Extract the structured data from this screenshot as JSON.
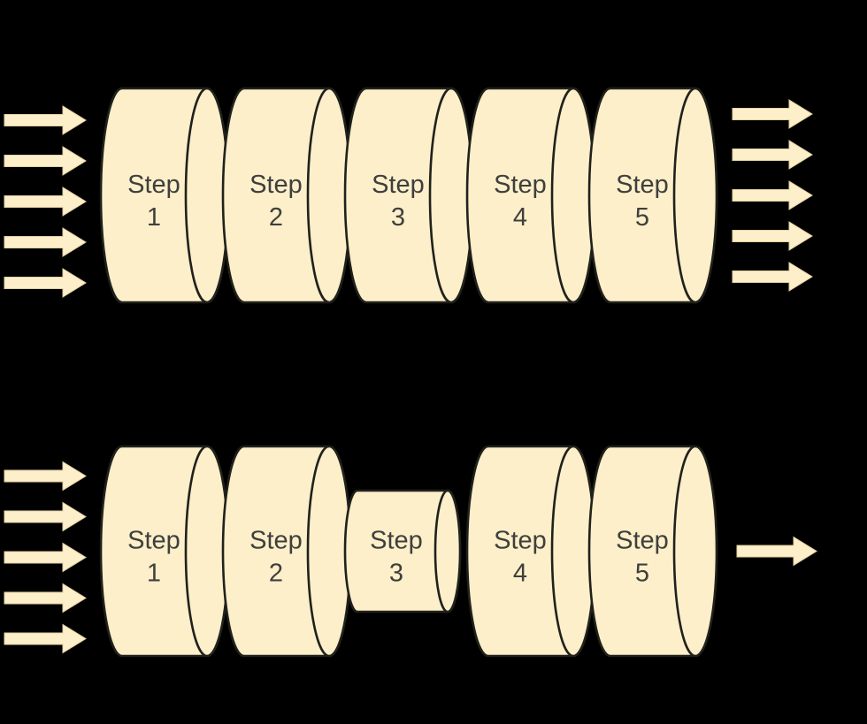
{
  "figure": {
    "type": "pipeline-bottleneck-diagram",
    "colors": {
      "background": "#000000",
      "shape_fill": "#FCEFCA",
      "shape_stroke": "#21211C",
      "label_text": "#3F3F3C",
      "arrow_fill": "#FCEFCA",
      "arrow_stroke": "#E2D1A2"
    }
  },
  "pipelines": [
    {
      "id": "pipeline-balanced",
      "description": "balanced pipeline",
      "inputs": 5,
      "outputs": 5,
      "steps": [
        {
          "label": [
            "Step",
            "1"
          ],
          "size": "normal"
        },
        {
          "label": [
            "Step",
            "2"
          ],
          "size": "normal"
        },
        {
          "label": [
            "Step",
            "3"
          ],
          "size": "normal"
        },
        {
          "label": [
            "Step",
            "4"
          ],
          "size": "normal"
        },
        {
          "label": [
            "Step",
            "5"
          ],
          "size": "normal"
        }
      ]
    },
    {
      "id": "pipeline-bottleneck",
      "description": "pipeline with bottleneck at step 3",
      "inputs": 5,
      "outputs": 1,
      "steps": [
        {
          "label": [
            "Step",
            "1"
          ],
          "size": "normal"
        },
        {
          "label": [
            "Step",
            "2"
          ],
          "size": "normal"
        },
        {
          "label": [
            "Step",
            "3"
          ],
          "size": "small"
        },
        {
          "label": [
            "Step",
            "4"
          ],
          "size": "normal"
        },
        {
          "label": [
            "Step",
            "5"
          ],
          "size": "normal"
        }
      ]
    }
  ]
}
